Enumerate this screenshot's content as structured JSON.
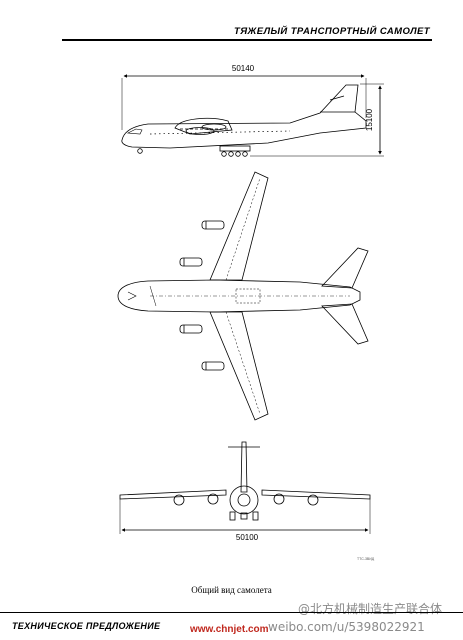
{
  "header": {
    "title": "ТЯЖЕЛЫЙ ТРАНСПОРТНЫЙ САМОЛЕТ"
  },
  "side_view": {
    "length_dim": "50140",
    "height_dim": "15100"
  },
  "front_view": {
    "span_dim": "50100"
  },
  "tiny_reference": "ТТС-3ВИД",
  "caption": "Общий вид самолета",
  "footer": {
    "left_text": "ТЕХНИЧЕСКОЕ ПРЕДЛОЖЕНИЕ"
  },
  "watermark": {
    "site": "www.chnjet.com",
    "weibo_handle": "@北方机械制造生产联合体",
    "weibo_url": "weibo.com/u/5398022921"
  }
}
